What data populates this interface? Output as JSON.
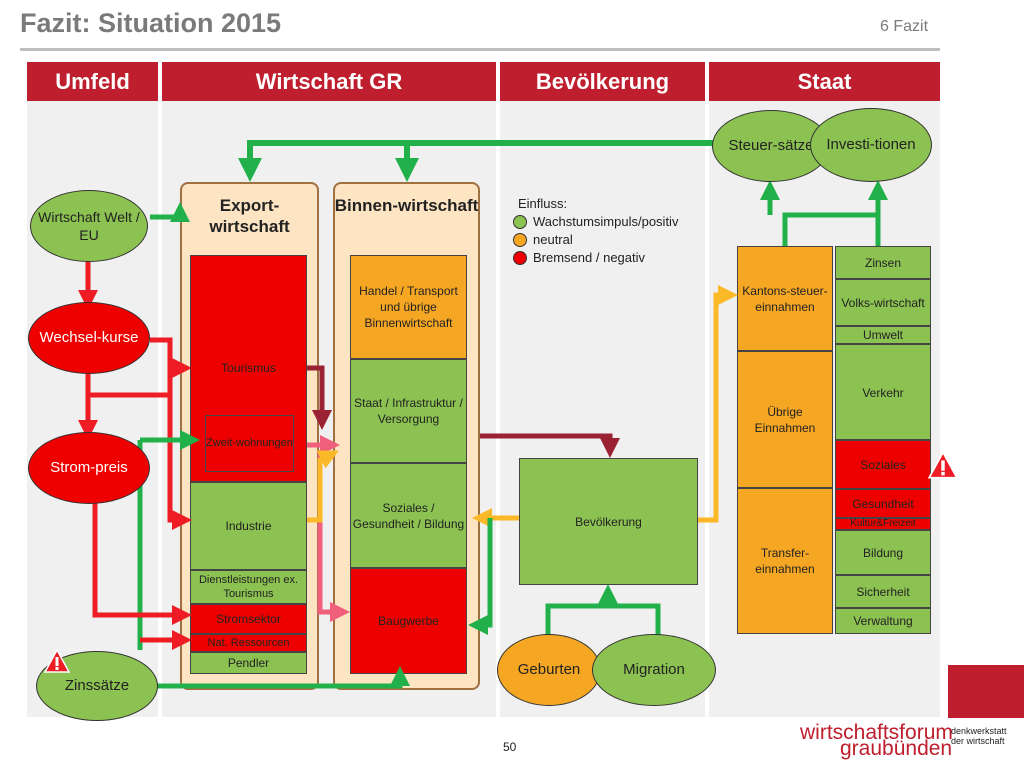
{
  "header": {
    "title": "Fazit: Situation 2015",
    "chapter": "6 Fazit"
  },
  "columns": [
    "Umfeld",
    "Wirtschaft GR",
    "Bevölkerung",
    "Staat"
  ],
  "umfeld": {
    "wirtschaft_welt": "Wirtschaft Welt / EU",
    "wechselkurse": "Wechsel-kurse",
    "strompreis": "Strom-preis",
    "zinssaetze": "Zinssätze"
  },
  "export": {
    "title": "Export-wirtschaft",
    "tourismus": "Tourismus",
    "zweitwohnungen": "Zweit-wohnungen",
    "industrie": "Industrie",
    "dienstleistungen": "Dienstleistungen ex. Tourismus",
    "stromsektor": "Stromsektor",
    "nat_ressourcen": "Nat. Ressourcen",
    "pendler": "Pendler"
  },
  "binnen": {
    "title": "Binnen-wirtschaft",
    "handel": "Handel / Transport und übrige Binnenwirtschaft",
    "staat": "Staat / Infrastruktur / Versorgung",
    "soziales": "Soziales / Gesundheit / Bildung",
    "baugewerbe": "Baugwerbe"
  },
  "legend": {
    "title": "Einfluss:",
    "items": [
      {
        "label": "Wachstumsimpuls/positiv",
        "color": "#8cc251"
      },
      {
        "label": "neutral",
        "color": "#f5a623"
      },
      {
        "label": "Bremsend / negativ",
        "color": "#ee0000"
      }
    ]
  },
  "bevoelkerung": {
    "box": "Bevölkerung",
    "geburten": "Geburten",
    "migration": "Migration"
  },
  "staat": {
    "steuersaetze": "Steuer-sätze",
    "investitionen": "Investi-tionen",
    "einnahmen": {
      "kantonssteuer": "Kantons-steuer-einnahmen",
      "uebrige": "Übrige Einnahmen",
      "transfer": "Transfer-einnahmen"
    },
    "ausgaben": {
      "zinsen": "Zinsen",
      "volkswirtschaft": "Volks-wirtschaft",
      "umwelt": "Umwelt",
      "verkehr": "Verkehr",
      "soziales": "Soziales",
      "gesundheit": "Gesundheit",
      "kultur": "Kultur&Freizeit",
      "bildung": "Bildung",
      "sicherheit": "Sicherheit",
      "verwaltung": "Verwaltung"
    }
  },
  "footer": {
    "page": "50",
    "brand_line1": "wirtschaftsforum",
    "brand_line2": "graubünden",
    "brand_small": "denkwerkstatt der wirtschaft"
  },
  "colors": {
    "red": "#ee0000",
    "green": "#8cc251",
    "orange": "#f5a623",
    "accent": "#be1e2d",
    "arrow_green": "#22b04b",
    "arrow_red": "#ee1c24",
    "arrow_yellow": "#fbb829",
    "arrow_darkred": "#9b2232"
  }
}
